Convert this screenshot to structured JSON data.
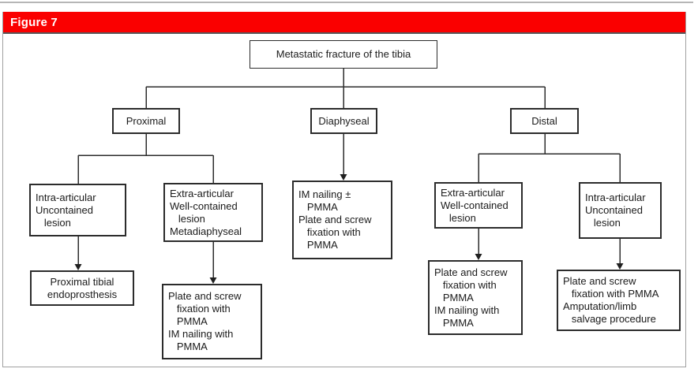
{
  "figure": {
    "label": "Figure 7"
  },
  "nodes": {
    "root": {
      "text": "Metastatic fracture of the tibia"
    },
    "proximal": {
      "text": "Proximal"
    },
    "diaphyseal": {
      "text": "Diaphyseal"
    },
    "distal": {
      "text": "Distal"
    },
    "proximal_intra": {
      "text": "Intra-articular\nUncontained\n   lesion"
    },
    "proximal_extra": {
      "text": "Extra-articular\nWell-contained\n   lesion\nMetadiaphyseal"
    },
    "diaphyseal_tx": {
      "text": "IM nailing ±\n   PMMA\nPlate and screw\n   fixation with\n   PMMA"
    },
    "distal_extra": {
      "text": "Extra-articular\nWell-contained\n   lesion"
    },
    "distal_intra": {
      "text": "Intra-articular\nUncontained\n   lesion"
    },
    "proximal_intra_tx": {
      "text": "Proximal tibial\nendoprosthesis"
    },
    "proximal_extra_tx": {
      "text": "Plate and screw\n   fixation with\n   PMMA\nIM nailing with\n   PMMA"
    },
    "distal_extra_tx": {
      "text": "Plate and screw\n   fixation with\n   PMMA\nIM nailing with\n   PMMA"
    },
    "distal_intra_tx": {
      "text": "Plate and screw\n   fixation with PMMA\nAmputation/limb\n   salvage procedure"
    }
  },
  "edges": [
    {
      "from": "root",
      "to": "proximal",
      "arrow": false
    },
    {
      "from": "root",
      "to": "diaphyseal",
      "arrow": false
    },
    {
      "from": "root",
      "to": "distal",
      "arrow": false
    },
    {
      "from": "proximal",
      "to": "proximal_intra",
      "arrow": false
    },
    {
      "from": "proximal",
      "to": "proximal_extra",
      "arrow": false
    },
    {
      "from": "proximal_intra",
      "to": "proximal_intra_tx",
      "arrow": true
    },
    {
      "from": "proximal_extra",
      "to": "proximal_extra_tx",
      "arrow": true
    },
    {
      "from": "diaphyseal",
      "to": "diaphyseal_tx",
      "arrow": true
    },
    {
      "from": "distal",
      "to": "distal_extra",
      "arrow": false
    },
    {
      "from": "distal",
      "to": "distal_intra",
      "arrow": false
    },
    {
      "from": "distal_extra",
      "to": "distal_extra_tx",
      "arrow": true
    },
    {
      "from": "distal_intra",
      "to": "distal_intra_tx",
      "arrow": true
    }
  ]
}
